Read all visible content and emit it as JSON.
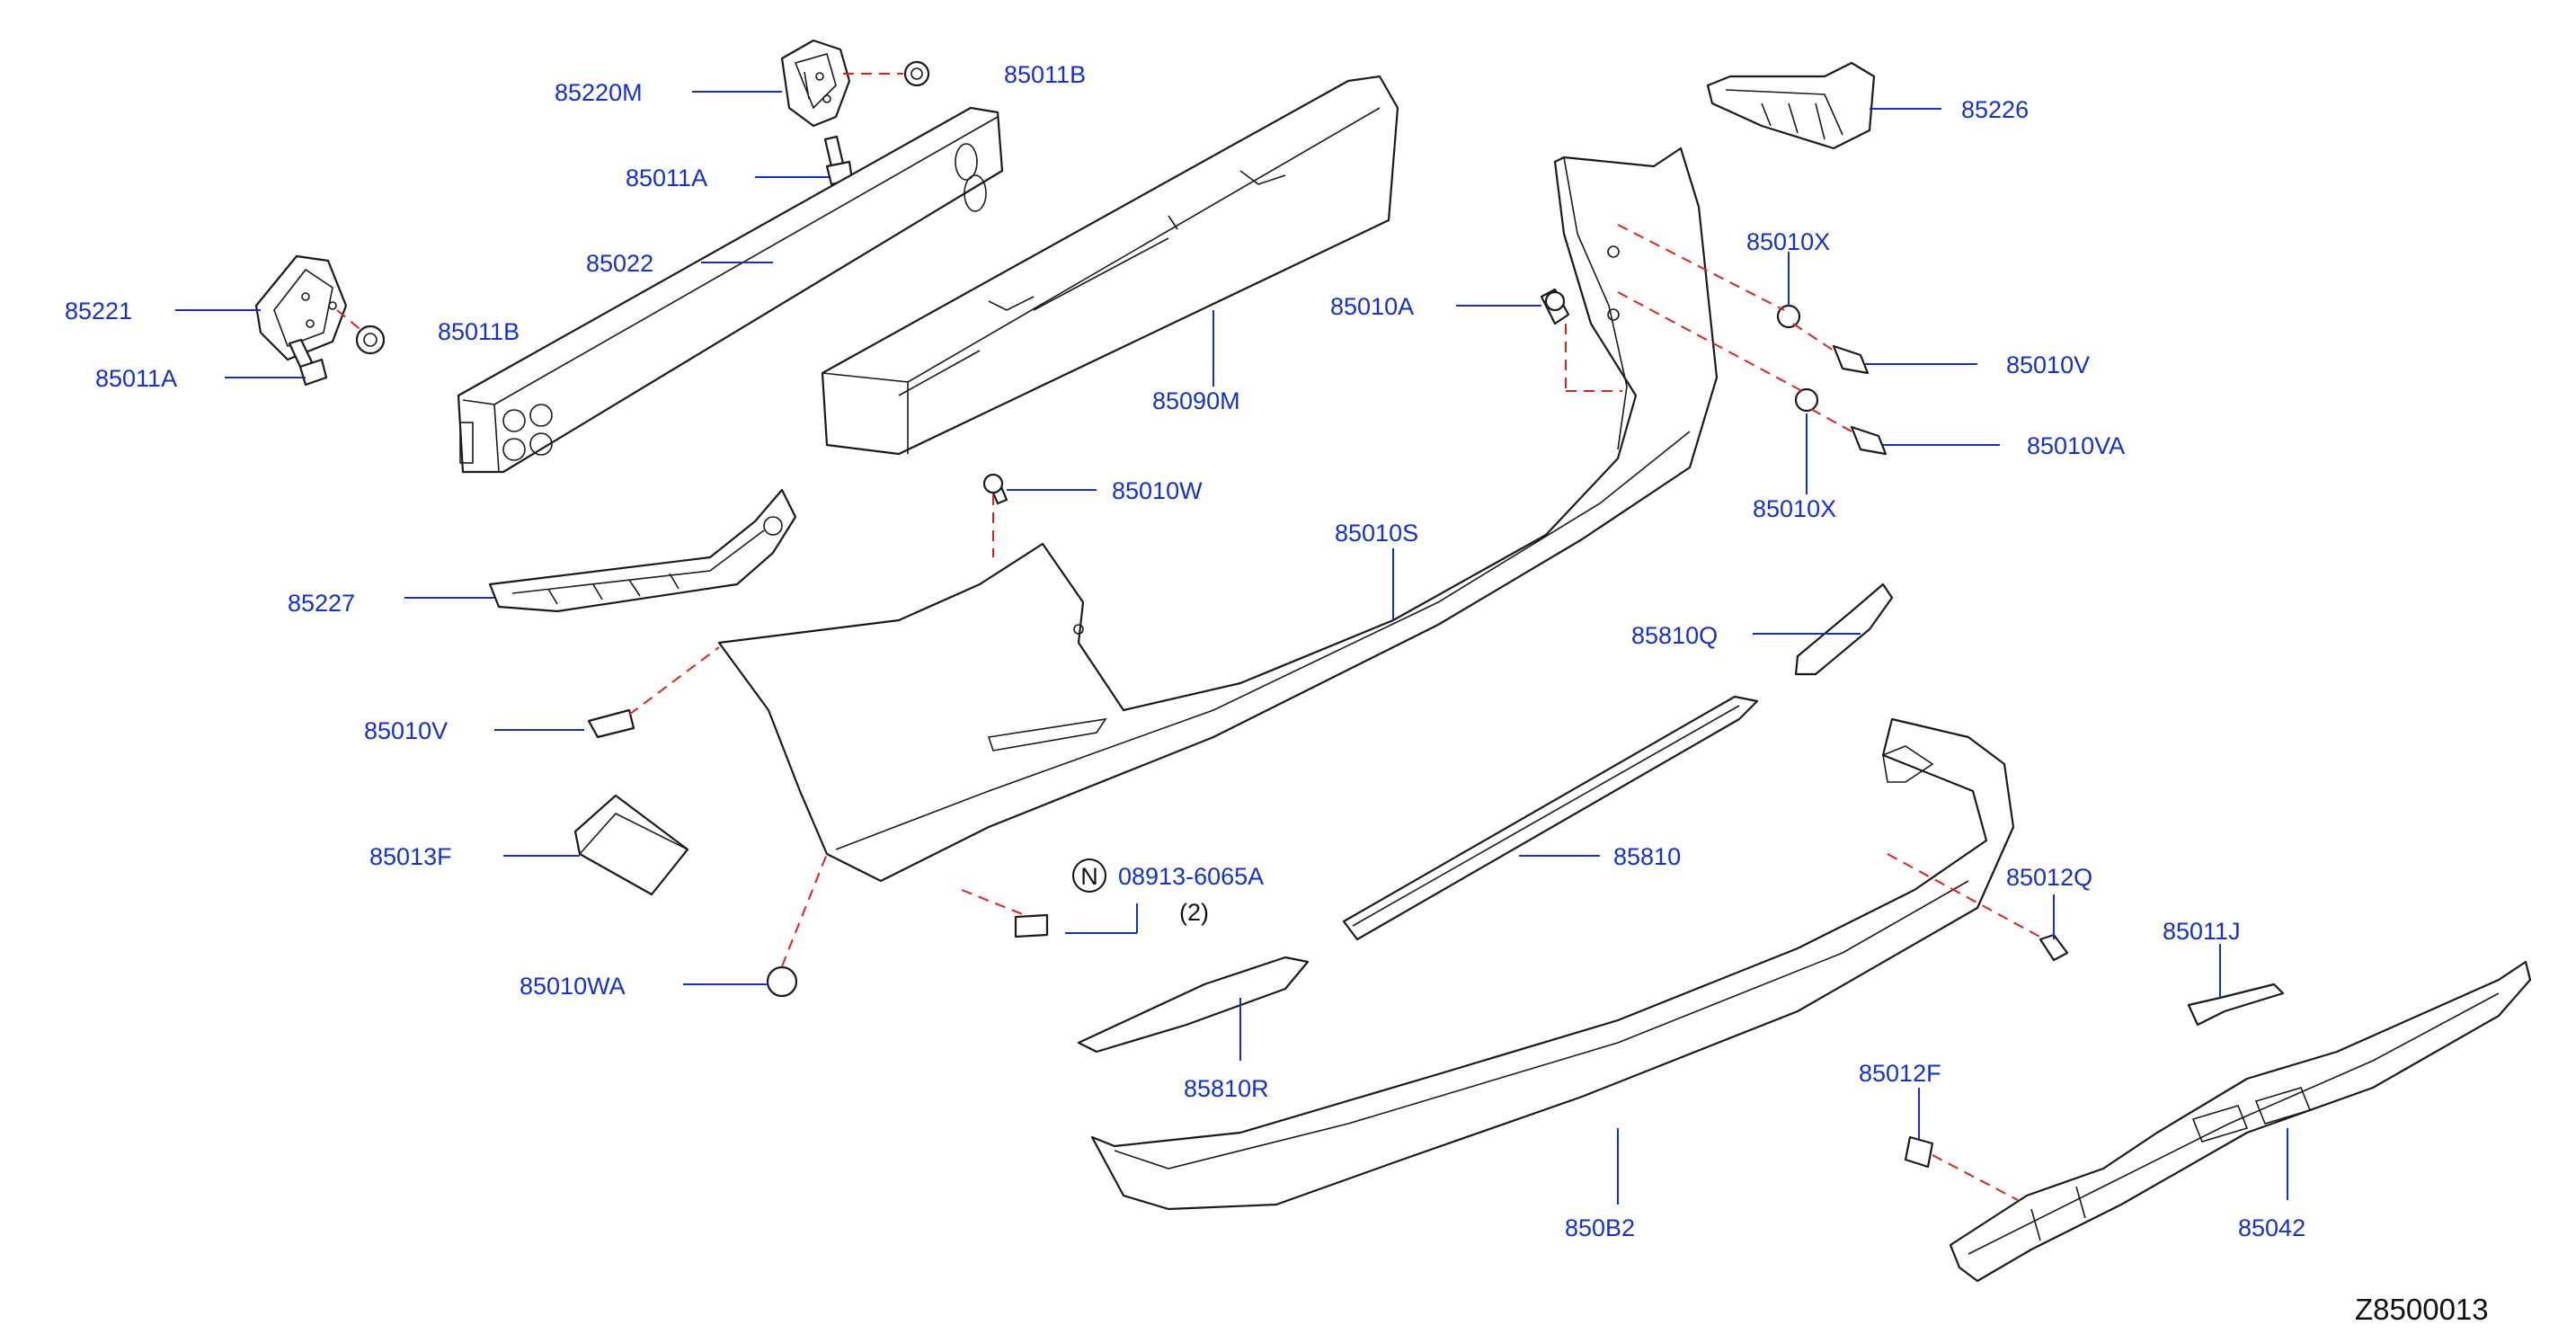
{
  "diagram_id": "Z8500013",
  "notes": {
    "n_marker": "N",
    "quantity": "(2)"
  },
  "colors": {
    "callout_text": "#1430d0",
    "dashed_connector": "#e02020",
    "part_outline": "#1a1a1a"
  },
  "callouts": {
    "p85220M": "85220M",
    "p85011B_top": "85011B",
    "p85011A_top": "85011A",
    "p85022": "85022",
    "p85221": "85221",
    "p85011B_left": "85011B",
    "p85011A_left": "85011A",
    "p85090M": "85090M",
    "p85226": "85226",
    "p85010X_top": "85010X",
    "p85010A": "85010A",
    "p85010V_right": "85010V",
    "p85010VA": "85010VA",
    "p85010X_bottom": "85010X",
    "p85010W": "85010W",
    "p85010S": "85010S",
    "p85227": "85227",
    "p85810Q": "85810Q",
    "p85010V_left": "85010V",
    "p85013F": "85013F",
    "p08913": "08913-6065A",
    "p85810": "85810",
    "p85012Q": "85012Q",
    "p85011J": "85011J",
    "p85010WA": "85010WA",
    "p85810R": "85810R",
    "p85012F": "85012F",
    "p850B2": "850B2",
    "p85042": "85042"
  }
}
